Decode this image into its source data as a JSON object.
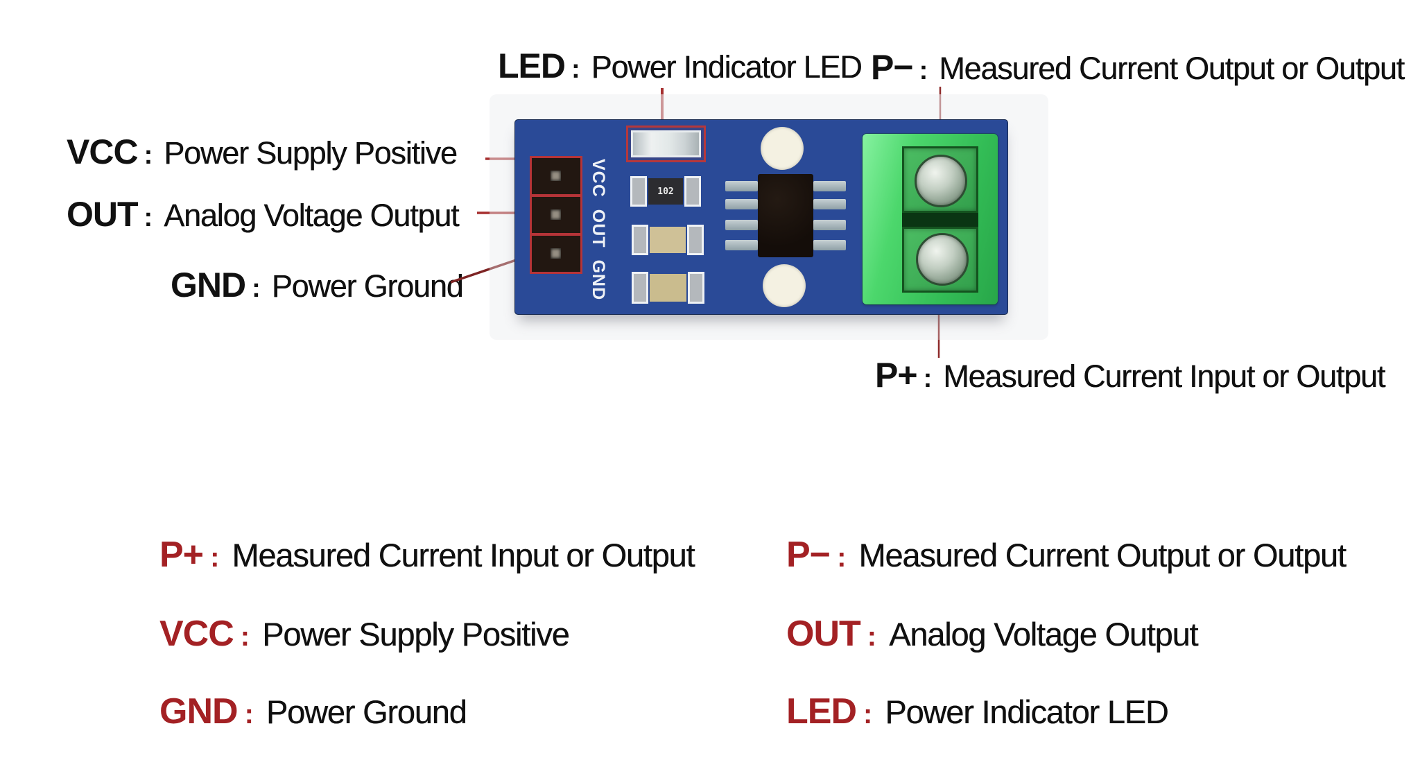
{
  "separator": ":",
  "annotations": [
    {
      "pin": "LED",
      "desc": "Power Indicator LED"
    },
    {
      "pin": "P−",
      "desc": "Measured Current Output or Output"
    },
    {
      "pin": "VCC",
      "desc": "Power Supply Positive"
    },
    {
      "pin": "OUT",
      "desc": "Analog Voltage Output"
    },
    {
      "pin": "GND",
      "desc": "Power Ground"
    },
    {
      "pin": "P+",
      "desc": "Measured Current Input or Output"
    }
  ],
  "legend": [
    {
      "pin": "P+",
      "desc": "Measured Current Input or Output"
    },
    {
      "pin": "P−",
      "desc": "Measured Current Output or Output"
    },
    {
      "pin": "VCC",
      "desc": "Power Supply Positive"
    },
    {
      "pin": "OUT",
      "desc": "Analog Voltage Output"
    },
    {
      "pin": "GND",
      "desc": "Power Ground"
    },
    {
      "pin": "LED",
      "desc": "Power Indicator LED"
    }
  ],
  "board": {
    "silkscreen": [
      "VCC",
      "OUT",
      "GND"
    ],
    "resistor_marking": "102"
  },
  "colors": {
    "legend_pin_red": "#a32124",
    "leader_line_red": "#a62f2f",
    "pcb_blue": "#2a4a97",
    "terminal_green": "#33bd56",
    "component_highlight_red": "#b5383c",
    "silkscreen_white": "#eef1f6",
    "text_black": "#101010"
  }
}
